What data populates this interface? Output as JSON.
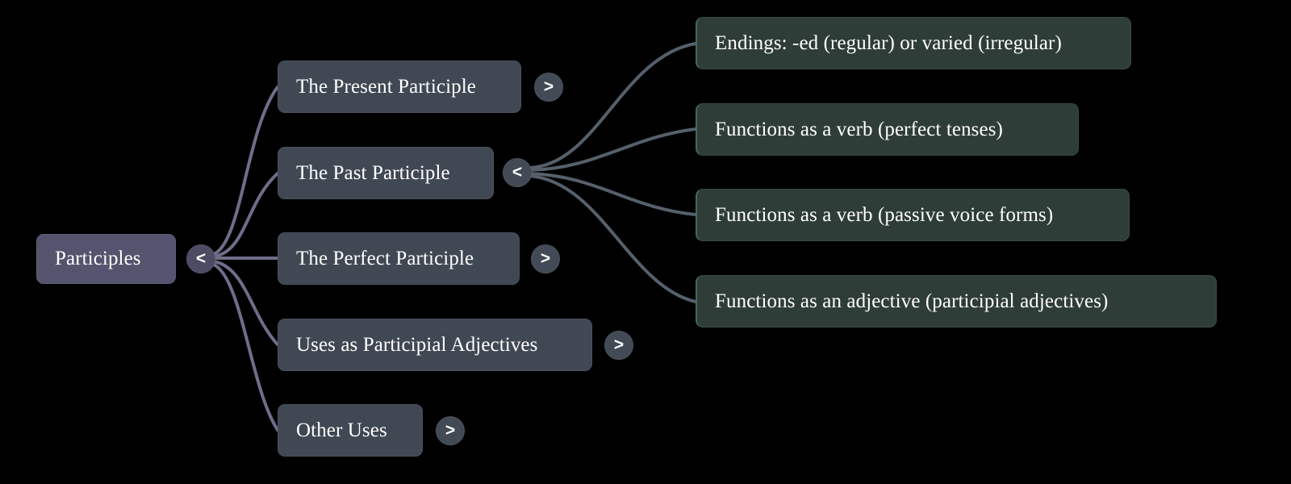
{
  "diagram": {
    "title": "Participles",
    "type": "mind-map",
    "background_color": "#000000",
    "colors": {
      "root_node": "#54546e",
      "branch_node": "#404853",
      "leaf_node": "#2f3d38",
      "leaf_accent_border": "#3e6b60",
      "root_edge": "#6e6e8a",
      "branch_edge": "#55606b",
      "text": "#ffffff"
    }
  },
  "root": {
    "label": "Participles",
    "toggle": {
      "glyph": "<",
      "state": "expanded",
      "name": "collapse-toggle-participles"
    }
  },
  "branches": [
    {
      "label": "The Present Participle",
      "toggle": {
        "glyph": ">",
        "state": "collapsed",
        "name": "expand-toggle-present-participle"
      }
    },
    {
      "label": "The Past Participle",
      "toggle": {
        "glyph": "<",
        "state": "expanded",
        "name": "collapse-toggle-past-participle"
      }
    },
    {
      "label": "The Perfect Participle",
      "toggle": {
        "glyph": ">",
        "state": "collapsed",
        "name": "expand-toggle-perfect-participle"
      }
    },
    {
      "label": "Uses as Participial Adjectives",
      "toggle": {
        "glyph": ">",
        "state": "collapsed",
        "name": "expand-toggle-participial-adjectives"
      }
    },
    {
      "label": "Other Uses",
      "toggle": {
        "glyph": ">",
        "state": "collapsed",
        "name": "expand-toggle-other-uses"
      }
    }
  ],
  "leaves": [
    {
      "label": "Endings: -ed (regular) or varied (irregular)"
    },
    {
      "label": "Functions as a verb (perfect tenses)"
    },
    {
      "label": "Functions as a verb (passive voice forms)"
    },
    {
      "label": "Functions as an adjective (participial adjectives)"
    }
  ]
}
